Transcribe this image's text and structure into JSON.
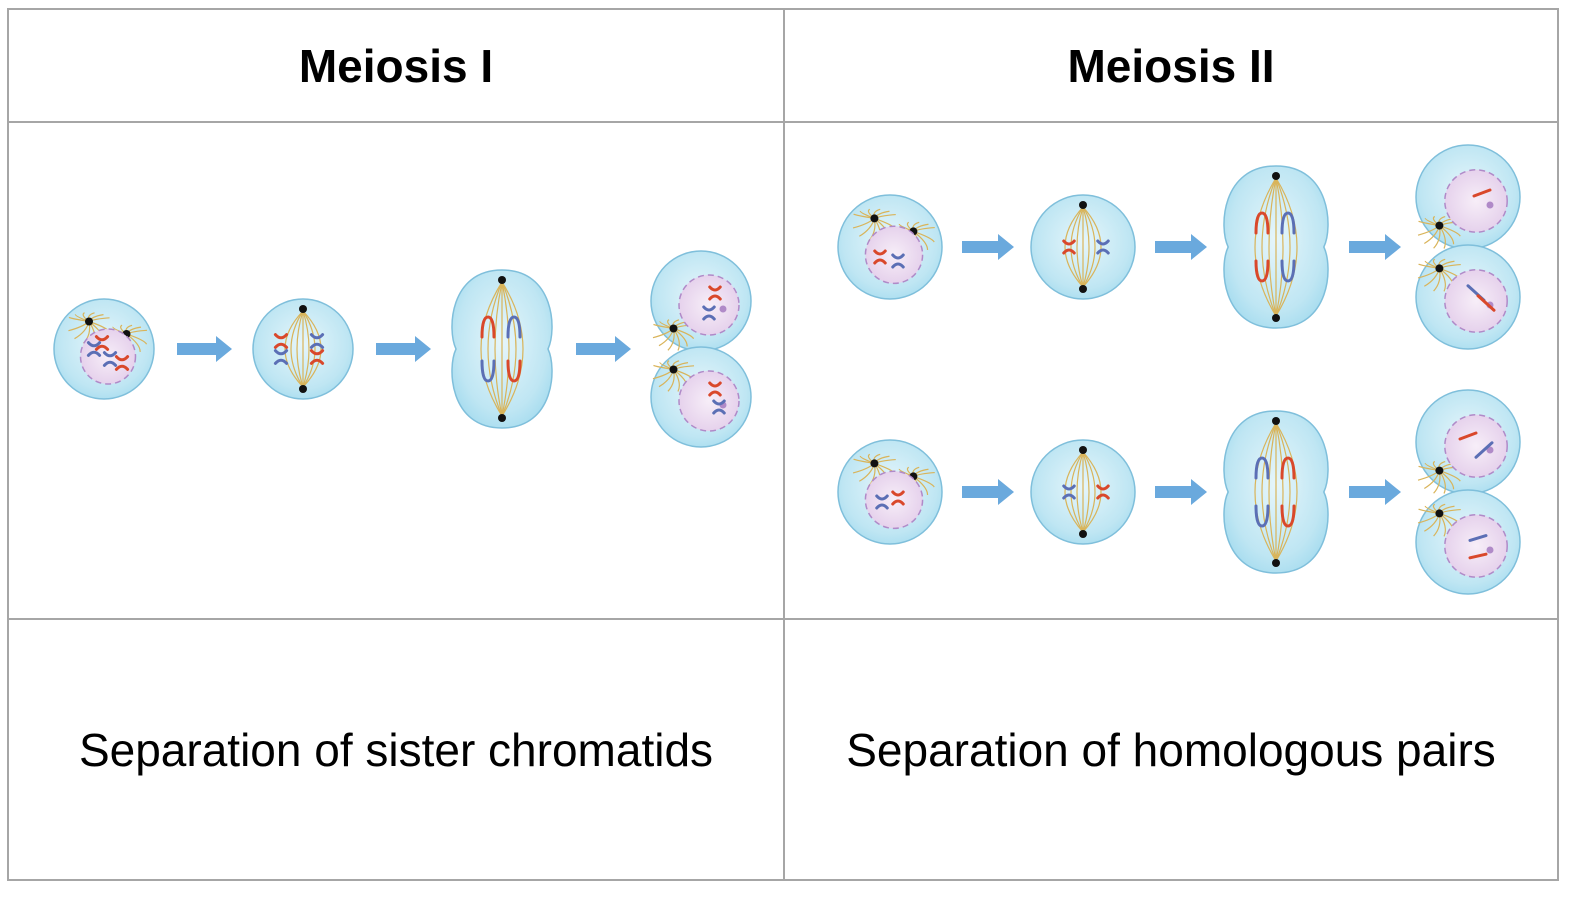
{
  "table": {
    "columns": [
      {
        "header": "Meiosis I",
        "caption": "Separation of sister chromatids"
      },
      {
        "header": "Meiosis II",
        "caption": "Separation of homologous pairs"
      }
    ]
  },
  "colors": {
    "border": "#a6a6a6",
    "cell_fill": "#bfe6f3",
    "cell_edge": "#7fbfdb",
    "nucleus_fill": "#eadaf0",
    "nucleus_edge": "#b08ac8",
    "spindle": "#d9b45a",
    "arrow": "#6aa9dd",
    "chromosome_red": "#d9482b",
    "chromosome_blue": "#5b6fb5",
    "centrosome": "#111111"
  }
}
